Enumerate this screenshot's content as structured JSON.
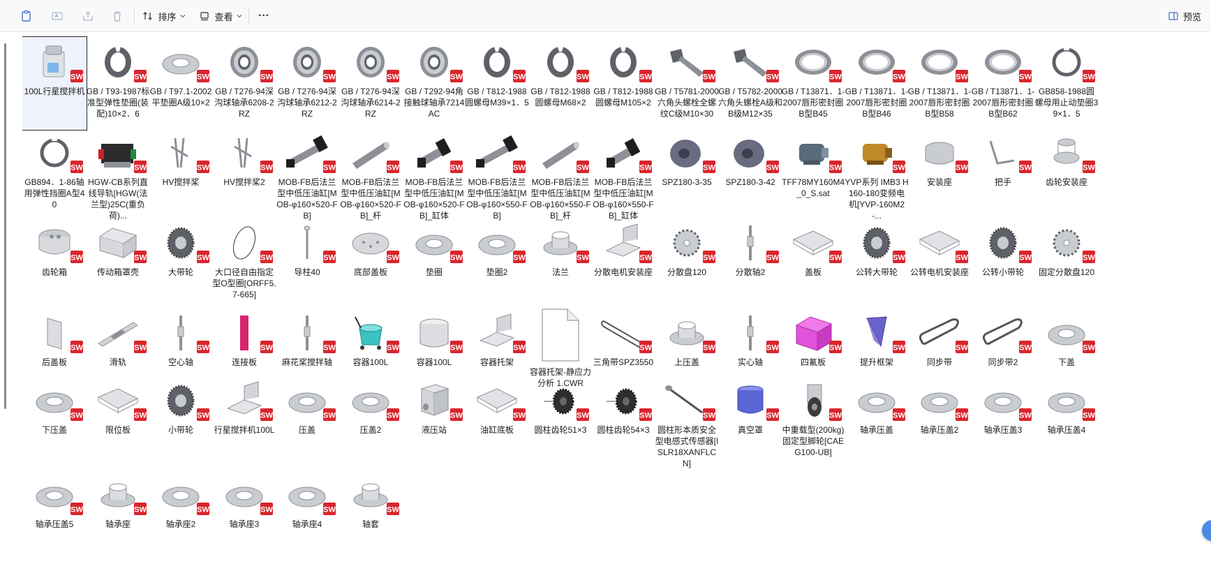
{
  "toolbar": {
    "sort_label": "排序",
    "view_label": "查看",
    "more_label": "···",
    "preview_label": "预览"
  },
  "colors": {
    "sw_red": "#d9252c",
    "accent": "#4a8be6"
  },
  "files": [
    {
      "name": "100L行星搅拌机",
      "icon": "machine-icon",
      "selected": true
    },
    {
      "name": "GB / T93-1987标准型弹性垫圈(装配)10×2．6",
      "icon": "ring-icon"
    },
    {
      "name": "GB / T97.1-2002平垫圈A级10×2",
      "icon": "washer-icon"
    },
    {
      "name": "GB / T276-94深沟球轴承6208-2RZ",
      "icon": "bearing-icon"
    },
    {
      "name": "GB / T276-94深沟球轴承6212-2RZ",
      "icon": "bearing-icon"
    },
    {
      "name": "GB / T276-94深沟球轴承6214-2RZ",
      "icon": "bearing-icon"
    },
    {
      "name": "GB / T292-94角接触球轴承7214AC",
      "icon": "bearing-icon"
    },
    {
      "name": "GB / T812-1988圆螺母M39×1．5",
      "icon": "nut-icon"
    },
    {
      "name": "GB / T812-1988圆螺母M68×2",
      "icon": "nut-icon"
    },
    {
      "name": "GB / T812-1988圆螺母M105×2",
      "icon": "nut-icon"
    },
    {
      "name": "GB / T5781-2000六角头螺栓全螺纹C级M10×30",
      "icon": "bolt-icon"
    },
    {
      "name": "GB / T5782-2000六角头螺栓A级和B级M12×35",
      "icon": "bolt-icon"
    },
    {
      "name": "GB / T13871．1-2007唇形密封圈B型B45",
      "icon": "seal-icon"
    },
    {
      "name": "GB / T13871．1-2007唇形密封圈B型B46",
      "icon": "seal-icon"
    },
    {
      "name": "GB / T13871．1-2007唇形密封圈B型B58",
      "icon": "seal-icon"
    },
    {
      "name": "GB / T13871．1-2007唇形密封圈B型B62",
      "icon": "seal-icon"
    },
    {
      "name": "GB858-1988圆螺母用止动垫圈39×1．5",
      "icon": "lock-washer-icon"
    },
    {
      "name": "GB894．1-86轴用弹性挡圈A型40",
      "icon": "circlip-icon"
    },
    {
      "name": "HGW-CB系列直线导轨[HGW(法兰型)25C(重负荷)...",
      "icon": "rail-block-icon"
    },
    {
      "name": "HV搅拌桨",
      "icon": "paddle-icon"
    },
    {
      "name": "HV搅拌桨2",
      "icon": "paddle-icon"
    },
    {
      "name": "MOB-FB后法兰型中低压油缸[MOB-φ160×520-FB]",
      "icon": "cylinder-icon"
    },
    {
      "name": "MOB-FB后法兰型中低压油缸[MOB-φ160×520-FB]_杆",
      "icon": "rod-icon"
    },
    {
      "name": "MOB-FB后法兰型中低压油缸[MOB-φ160×520-FB]_缸体",
      "icon": "cylinder-short-icon"
    },
    {
      "name": "MOB-FB后法兰型中低压油缸[MOB-φ160×550-FB]",
      "icon": "cylinder-icon"
    },
    {
      "name": "MOB-FB后法兰型中低压油缸[MOB-φ160×550-FB]_杆",
      "icon": "rod-icon"
    },
    {
      "name": "MOB-FB后法兰型中低压油缸[MOB-φ160×550-FB]_缸体",
      "icon": "cylinder-short-icon"
    },
    {
      "name": "SPZ180-3-35",
      "icon": "pulley-icon"
    },
    {
      "name": "SPZ180-3-42",
      "icon": "pulley-icon"
    },
    {
      "name": "TFF78MY160M4_0_S.sat",
      "icon": "motor-icon"
    },
    {
      "name": "YVP系列 IMB3 H160-180变频电机[YVP-160M2-...",
      "icon": "motor-gold-icon"
    },
    {
      "name": "安装座",
      "icon": "mount-icon"
    },
    {
      "name": "把手",
      "icon": "handle-icon"
    },
    {
      "name": "齿轮安装座",
      "icon": "gear-mount-icon"
    },
    {
      "name": "齿轮箱",
      "icon": "gearbox-icon"
    },
    {
      "name": "传动箱罩壳",
      "icon": "housing-icon"
    },
    {
      "name": "大带轮",
      "icon": "gear-icon"
    },
    {
      "name": "大口径自由指定型O型圈[ORFF5.7-665]",
      "icon": "oring-icon"
    },
    {
      "name": "导柱40",
      "icon": "pin-icon"
    },
    {
      "name": "底部盖板",
      "icon": "plate-round-icon"
    },
    {
      "name": "垫圈",
      "icon": "flat-washer-icon"
    },
    {
      "name": "垫圈2",
      "icon": "flat-washer-icon"
    },
    {
      "name": "法兰",
      "icon": "flange-icon"
    },
    {
      "name": "分散电机安装座",
      "icon": "bracket-icon"
    },
    {
      "name": "分散盘120",
      "icon": "disc-icon"
    },
    {
      "name": "分散轴2",
      "icon": "shaft-icon"
    },
    {
      "name": "盖板",
      "icon": "cover-plate-icon"
    },
    {
      "name": "公转大带轮",
      "icon": "gear-icon"
    },
    {
      "name": "公转电机安装座",
      "icon": "cover-plate-icon"
    },
    {
      "name": "公转小带轮",
      "icon": "gear-icon"
    },
    {
      "name": "固定分散盘120",
      "icon": "disc-icon"
    },
    {
      "name": "后盖板",
      "icon": "plate-icon"
    },
    {
      "name": "滑轨",
      "icon": "rail-icon"
    },
    {
      "name": "空心轴",
      "icon": "shaft-icon"
    },
    {
      "name": "连接板",
      "icon": "pink-plate-icon"
    },
    {
      "name": "麻花桨搅拌轴",
      "icon": "shaft-icon"
    },
    {
      "name": "容器100L",
      "icon": "container-cart-icon"
    },
    {
      "name": "容器100L",
      "icon": "container-icon"
    },
    {
      "name": "容器托架",
      "icon": "bracket-icon"
    },
    {
      "name": "容器托架-静应力分析 1.CWR",
      "icon": "document-icon",
      "no_badge": true
    },
    {
      "name": "三角带SPZ3550",
      "icon": "belt-icon"
    },
    {
      "name": "上压盖",
      "icon": "flange-icon"
    },
    {
      "name": "实心轴",
      "icon": "shaft-icon"
    },
    {
      "name": "四氟板",
      "icon": "magenta-block-icon"
    },
    {
      "name": "提升框架",
      "icon": "frame-icon"
    },
    {
      "name": "同步带",
      "icon": "timing-belt-icon"
    },
    {
      "name": "同步带2",
      "icon": "timing-belt-icon"
    },
    {
      "name": "下盖",
      "icon": "flat-washer-icon"
    },
    {
      "name": "下压盖",
      "icon": "flat-washer-icon"
    },
    {
      "name": "限位板",
      "icon": "cover-plate-icon"
    },
    {
      "name": "小带轮",
      "icon": "gear-icon"
    },
    {
      "name": "行星搅拌机100L",
      "icon": "bracket-icon"
    },
    {
      "name": "压盖",
      "icon": "flat-washer-icon"
    },
    {
      "name": "压盖2",
      "icon": "flat-washer-icon"
    },
    {
      "name": "液压站",
      "icon": "box-icon"
    },
    {
      "name": "油缸底板",
      "icon": "cover-plate-icon"
    },
    {
      "name": "圆柱齿轮51×3",
      "icon": "small-gear-icon"
    },
    {
      "name": "圆柱齿轮54×3",
      "icon": "small-gear-icon"
    },
    {
      "name": "圆柱形本质安全型电感式传感器[ISLR18XANFLCN]",
      "icon": "sensor-icon"
    },
    {
      "name": "真空罩",
      "icon": "blue-cup-icon"
    },
    {
      "name": "中重载型(200kg)固定型脚轮[CAEG100-UB]",
      "icon": "caster-icon"
    },
    {
      "name": "轴承压盖",
      "icon": "flat-washer-icon"
    },
    {
      "name": "轴承压盖2",
      "icon": "flat-washer-icon"
    },
    {
      "name": "轴承压盖3",
      "icon": "flat-washer-icon"
    },
    {
      "name": "轴承压盖4",
      "icon": "flat-washer-icon"
    },
    {
      "name": "轴承压盖5",
      "icon": "flat-washer-icon"
    },
    {
      "name": "轴承座",
      "icon": "flange-icon"
    },
    {
      "name": "轴承座2",
      "icon": "flat-washer-icon"
    },
    {
      "name": "轴承座3",
      "icon": "flat-washer-icon"
    },
    {
      "name": "轴承座4",
      "icon": "flat-washer-icon"
    },
    {
      "name": "轴套",
      "icon": "flange-icon"
    }
  ]
}
